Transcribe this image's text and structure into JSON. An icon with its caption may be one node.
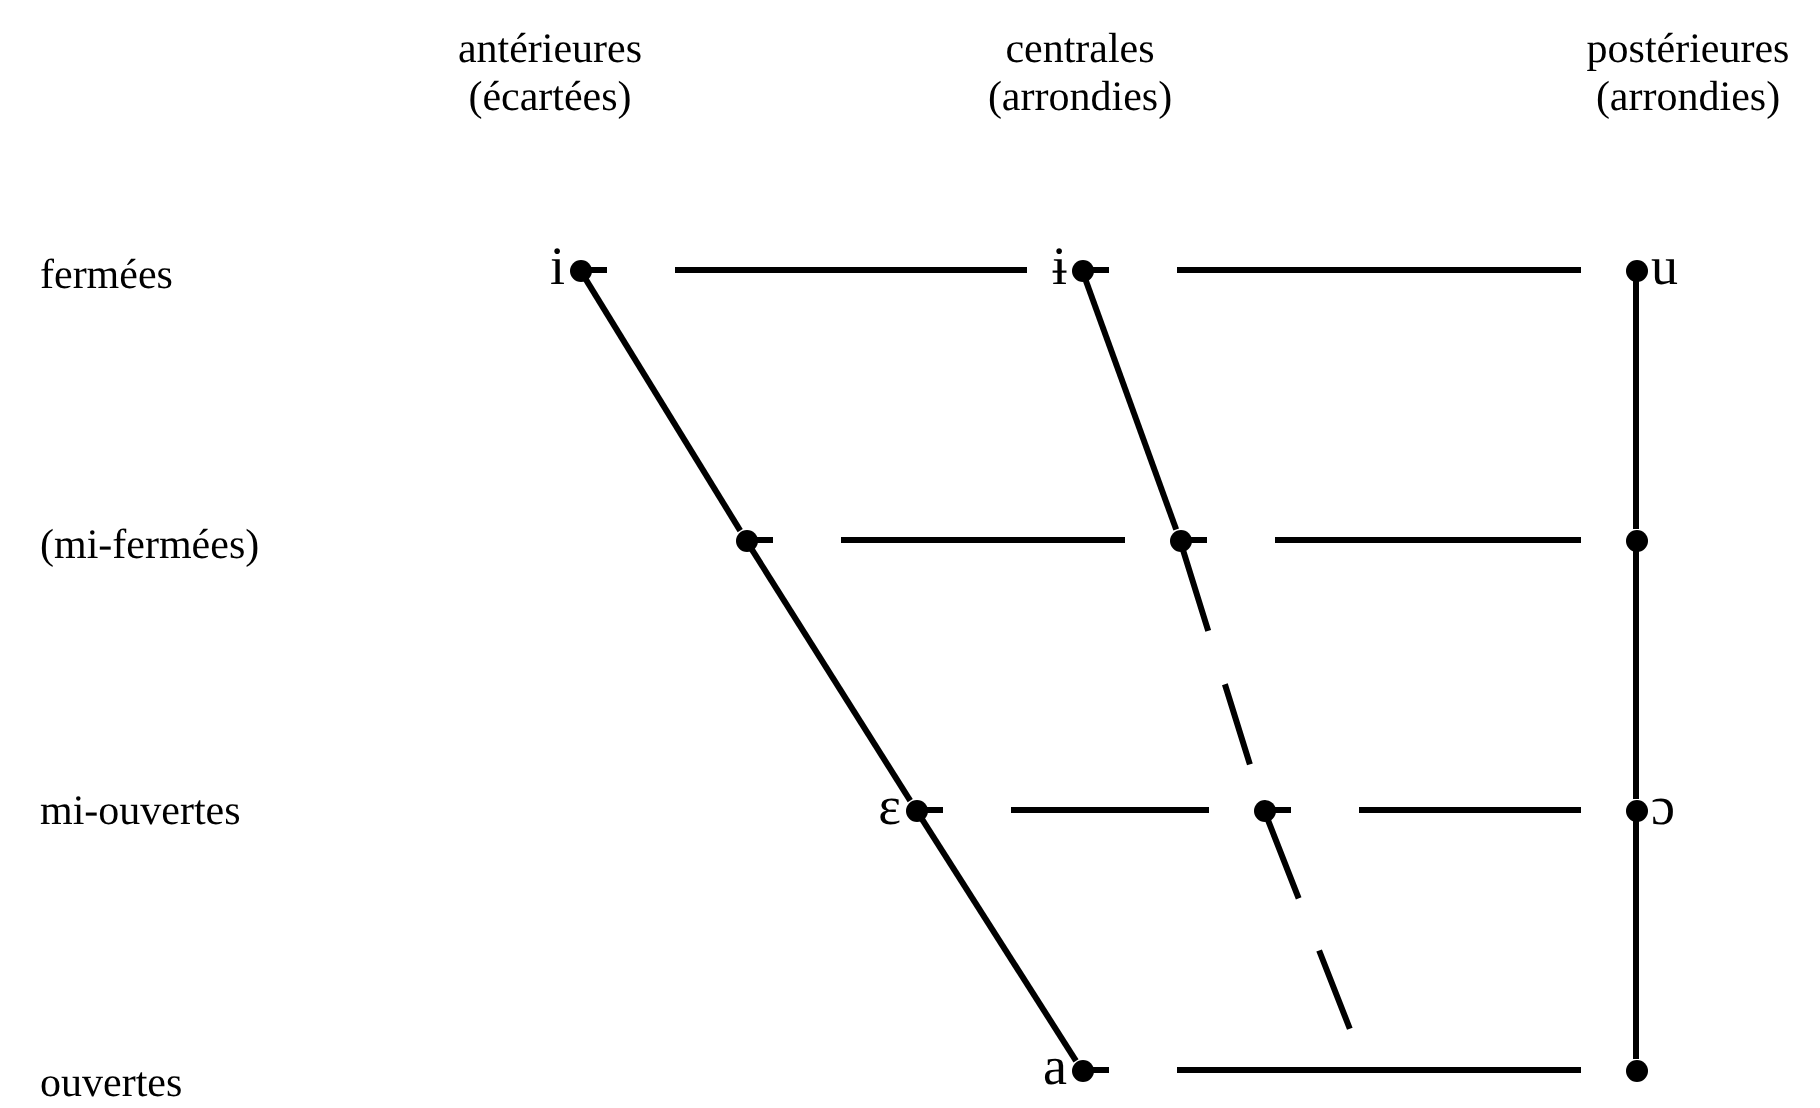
{
  "diagram": {
    "nodes": [
      {
        "text": [],
        "shape": "circle",
        "beside": [
          "i"
        ]
      },
      {
        "text": [],
        "shape": "circle",
        "beside": [
          "ɨ"
        ]
      },
      {
        "text": [],
        "shape": "circle",
        "beside": [
          "u"
        ]
      },
      {
        "text": [],
        "shape": "circle"
      },
      {
        "text": [],
        "shape": "circle"
      },
      {
        "text": [],
        "shape": "circle"
      },
      {
        "text": [],
        "shape": "circle",
        "beside": [
          "ε"
        ]
      },
      {
        "text": [],
        "shape": "circle"
      },
      {
        "text": [],
        "shape": "circle",
        "beside": [
          "ɔ"
        ]
      },
      {
        "text": [],
        "shape": "circle",
        "beside": [
          "a"
        ]
      },
      {
        "text": [],
        "shape": "circle"
      }
    ],
    "edges": [
      {
        "from": 0,
        "to": 1,
        "arrow": "none",
        "style": "dashed"
      },
      {
        "from": 1,
        "to": 2,
        "arrow": "none",
        "style": "dashed"
      },
      {
        "from": 3,
        "to": 4,
        "arrow": "none",
        "style": "dashed"
      },
      {
        "from": 4,
        "to": 5,
        "arrow": "none",
        "style": "dashed"
      },
      {
        "from": 6,
        "to": 7,
        "arrow": "none",
        "style": "dashed"
      },
      {
        "from": 7,
        "to": 8,
        "arrow": "none",
        "style": "dashed"
      },
      {
        "from": 9,
        "to": 10,
        "arrow": "none",
        "style": "dashed"
      },
      {
        "from": 0,
        "to": 3,
        "arrow": "none"
      },
      {
        "from": 3,
        "to": 6,
        "arrow": "none"
      },
      {
        "from": 6,
        "to": 9,
        "arrow": "none"
      },
      {
        "from": 1,
        "to": 4,
        "arrow": "none"
      },
      {
        "from": 4,
        "to": 7,
        "arrow": "none",
        "style": "dashed"
      },
      {
        "from": 7,
        "to": null,
        "arrow": "none",
        "style": "dashed"
      },
      {
        "from": 2,
        "to": 5,
        "arrow": "none"
      },
      {
        "from": 5,
        "to": 8,
        "arrow": "none"
      },
      {
        "from": 8,
        "to": 10,
        "arrow": "none"
      }
    ],
    "labels": [
      "antérieures (écartées)",
      "centrales (arrondies)",
      "postérieures (arrondies)",
      "fermées",
      "(mi-fermées)",
      "mi-ouvertes",
      "ouvertes"
    ]
  }
}
